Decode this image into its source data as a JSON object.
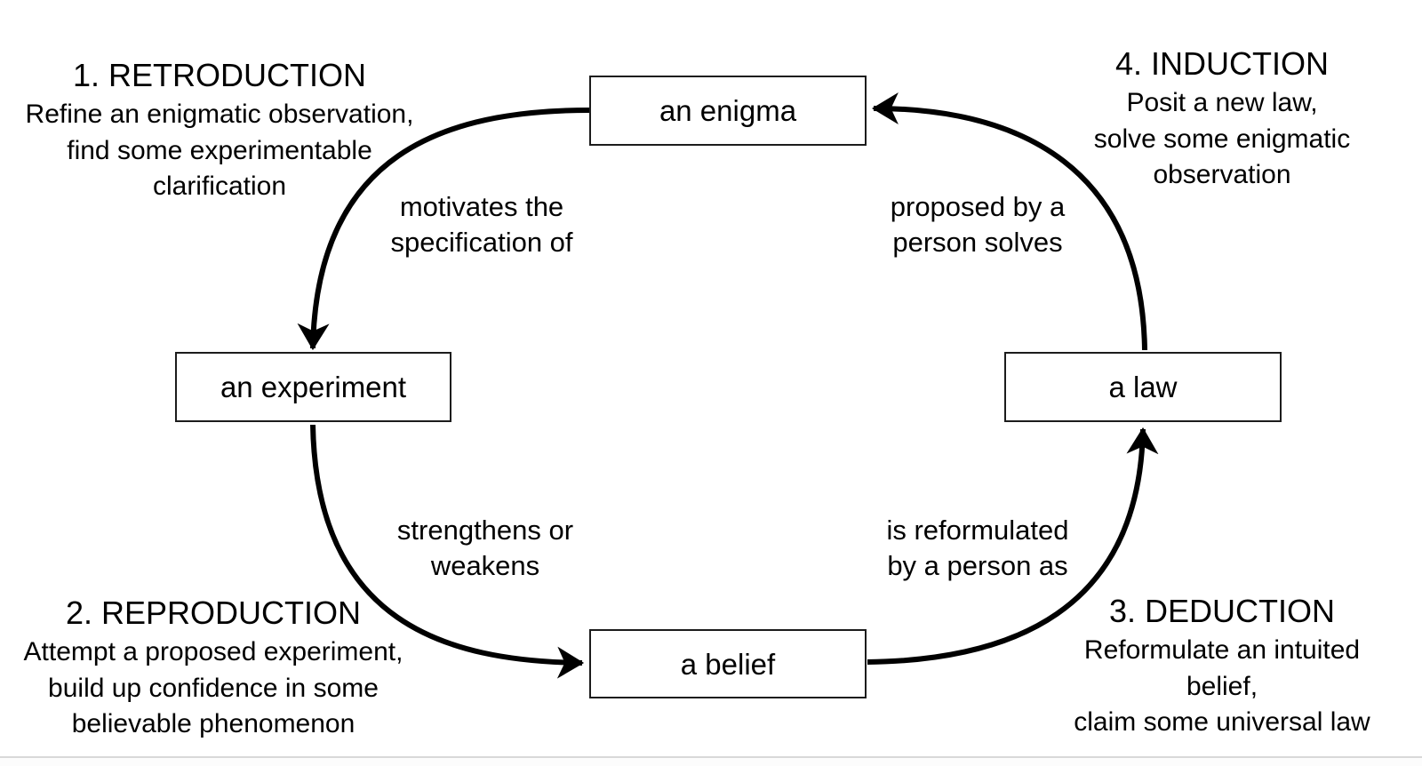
{
  "page": {
    "background": "#ffffff",
    "bottom_rule_color": "#d8d8d8"
  },
  "diagram": {
    "stroke_color": "#000000",
    "box_border_color": "#1c1c1c",
    "nodes": {
      "enigma": "an enigma",
      "experiment": "an experiment",
      "belief": "a belief",
      "law": "a law"
    },
    "stages": {
      "retroduction": {
        "title": "1. RETRODUCTION",
        "description": "Refine an enigmatic observation,\nfind some experimentable\nclarification"
      },
      "reproduction": {
        "title": "2. REPRODUCTION",
        "description": "Attempt a proposed experiment,\nbuild up confidence in some\nbelievable phenomenon"
      },
      "deduction": {
        "title": "3. DEDUCTION",
        "description": "Reformulate an intuited\nbelief,\nclaim some universal law"
      },
      "induction": {
        "title": "4. INDUCTION",
        "description": "Posit a new law,\nsolve some enigmatic\nobservation"
      }
    },
    "edge_labels": {
      "enigma_to_experiment": "motivates the\nspecification of",
      "experiment_to_belief": "strengthens or\nweakens",
      "belief_to_law": "is reformulated\nby a person as",
      "law_to_enigma": "proposed by a\nperson solves"
    }
  }
}
